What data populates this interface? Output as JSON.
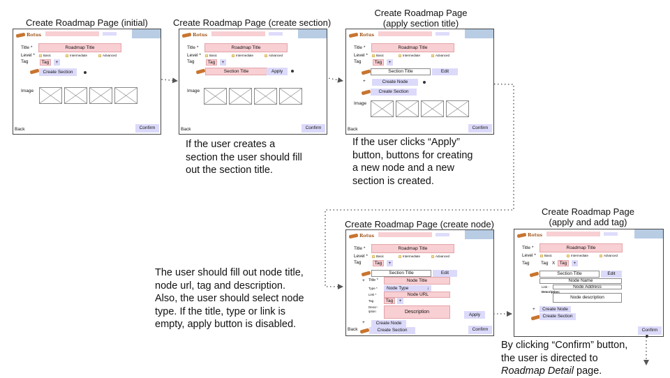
{
  "captions": {
    "initial": "Create Roadmap Page (initial)",
    "create_section": "Create Roadmap Page (create section)",
    "apply_section_title_1": "Create Roadmap Page",
    "apply_section_title_2": "(apply section title)",
    "create_node": "Create Roadmap Page (create node)",
    "apply_add_tag_1": "Create Roadmap Page",
    "apply_add_tag_2": "(apply and add tag)"
  },
  "descriptions": {
    "create_section": [
      "If the user creates a",
      "section the user should fill",
      "out the section title."
    ],
    "apply_section_title": [
      "If the user clicks “Apply”",
      "button, buttons for creating",
      "a new node and a new",
      "section is created."
    ],
    "create_node": [
      "The user should fill out node title,",
      "node url, tag and description.",
      "Also, the user should select node",
      "type. If the title, type or link is",
      "empty, apply button is disabled."
    ],
    "confirm_pre": "By clicking “Confirm” button,",
    "confirm_line2": "the user is directed to",
    "confirm_italic": "Roadmap Detail",
    "confirm_post": " page."
  },
  "ui": {
    "logo": "Rotus",
    "title_label": "Title *",
    "title_value": "Roadmap Title",
    "level_label": "Level *",
    "level_basic": "Basic",
    "level_intermediate": "Intermediate",
    "level_advanced": "Advanced",
    "tag_label": "Tag",
    "tag_button": "Tag",
    "tag_x": "X",
    "plus": "+",
    "create_section": "Create Section",
    "create_node": "Create Node",
    "section_title": "Section Title",
    "apply": "Apply",
    "edit": "Edit",
    "image_label": "Image",
    "back": "Back",
    "confirm": "Confirm",
    "node_title_label": "Title *",
    "node_title": "Node Title",
    "type_label": "Type *",
    "node_type": "Node Type",
    "type_arrow": "↓",
    "link_label": "Link *",
    "node_url": "Node URL",
    "descr_label_1": "Descr-",
    "descr_label_2": "iption",
    "description": "Description",
    "node_name": "Node Name",
    "link_short": "Link :",
    "node_address": "Node Address",
    "description_label": "Description:",
    "node_description": "Node description"
  }
}
